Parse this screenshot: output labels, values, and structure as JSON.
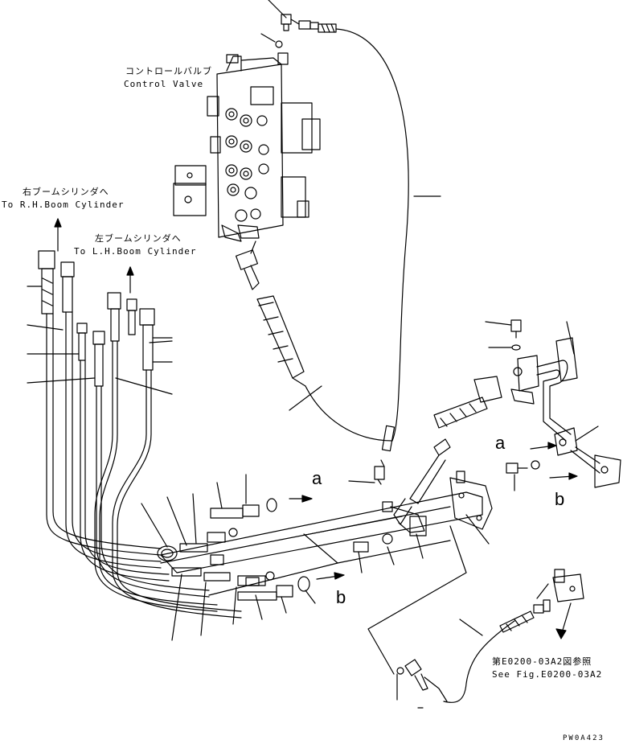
{
  "labels": {
    "control_valve_jp": "コントロールバルブ",
    "control_valve_en": "Control Valve",
    "rh_boom_jp": "右ブームシリンダへ",
    "rh_boom_en": "To R.H.Boom Cylinder",
    "lh_boom_jp": "左ブームシリンダへ",
    "lh_boom_en": "To L.H.Boom Cylinder",
    "ref_jp": "第E0200-03A2図参照",
    "ref_en": "See Fig.E0200-03A2",
    "marker_a": "a",
    "marker_b": "b",
    "drawing_code": "PW0A423"
  }
}
